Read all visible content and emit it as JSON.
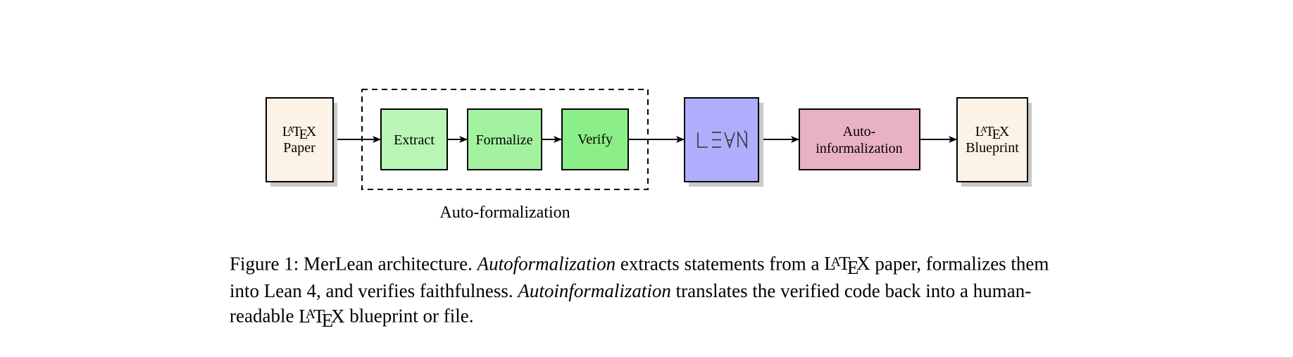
{
  "diagram": {
    "nodes": {
      "latex_paper": {
        "line1": "LaTeX",
        "line2": "Paper",
        "fill": "#fdf2e6"
      },
      "extract": {
        "label": "Extract",
        "fill": "#b9f5b5"
      },
      "formalize": {
        "label": "Formalize",
        "fill": "#a3f2a0"
      },
      "verify": {
        "label": "Verify",
        "fill": "#8cee88"
      },
      "lean": {
        "label": "LEAN",
        "fill": "#aeaefc"
      },
      "autoinformalization": {
        "line1": "Auto-",
        "line2": "informalization",
        "fill": "#e8b2c4"
      },
      "latex_blueprint": {
        "line1": "LaTeX",
        "line2": "Blueprint",
        "fill": "#fdf2e6"
      }
    },
    "group_label": "Auto-formalization",
    "edges": [
      [
        "latex_paper",
        "extract"
      ],
      [
        "extract",
        "formalize"
      ],
      [
        "formalize",
        "verify"
      ],
      [
        "verify",
        "lean"
      ],
      [
        "lean",
        "autoinformalization"
      ],
      [
        "autoinformalization",
        "latex_blueprint"
      ]
    ]
  },
  "caption": {
    "prefix": "Figure 1: MerLean architecture. ",
    "term1": "Autoformalization",
    "text1": " extracts statements from a ",
    "latex_word_1": "LaTeX",
    "text2": " paper, formalizes them into Lean 4, and verifies faithfulness. ",
    "term2": "Autoinformalization",
    "text3": " translates the verified code back into a human-readable ",
    "latex_word_2": "LaTeX",
    "text4": " blueprint or file."
  }
}
